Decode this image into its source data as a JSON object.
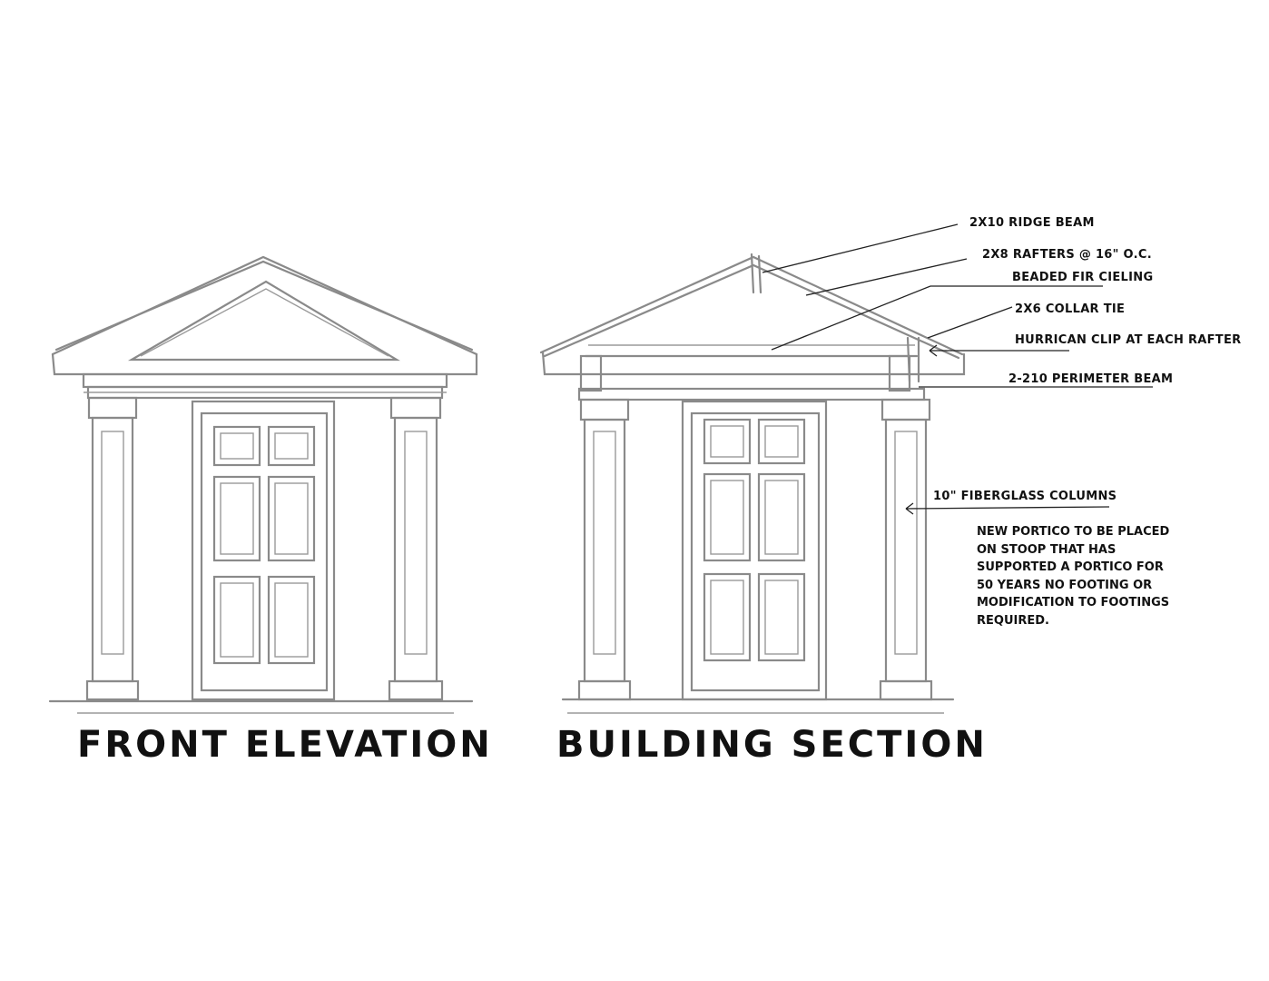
{
  "front_elevation": {
    "title": "FRONT ELEVATION"
  },
  "building_section": {
    "title": "BUILDING SECTION",
    "callouts": [
      "2X10 RIDGE BEAM",
      "2X8 RAFTERS @ 16\" O.C.",
      "BEADED FIR CIELING",
      "2X6 COLLAR TIE",
      "HURRICAN CLIP AT EACH RAFTER",
      "2-210 PERIMETER BEAM",
      "10\" FIBERGLASS COLUMNS"
    ],
    "note_lines": [
      "NEW PORTICO TO BE PLACED",
      "ON STOOP THAT HAS",
      "SUPPORTED A PORTICO FOR",
      "50 YEARS NO FOOTING OR",
      "MODIFICATION TO FOOTINGS",
      "REQUIRED."
    ]
  },
  "colors": {
    "sketch": "#8a8a8a",
    "text": "#111111"
  }
}
